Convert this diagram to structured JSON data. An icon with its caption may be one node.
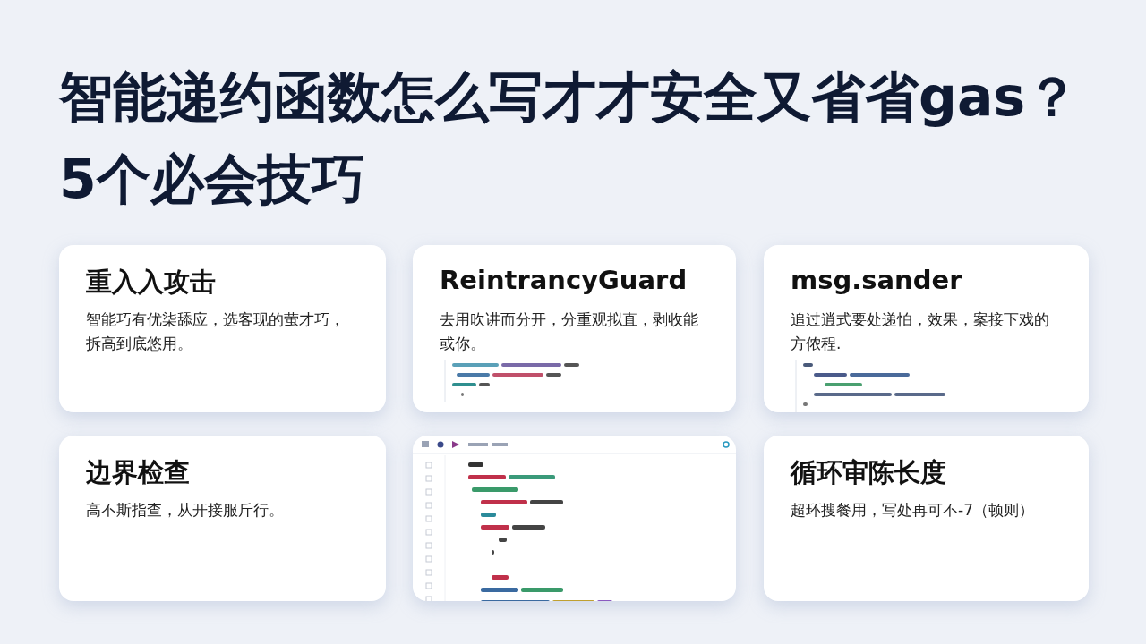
{
  "diagram": {
    "title": "智能递约函数怎么写才才安全又省省gas？5个必会技巧",
    "nodes": [
      {
        "text": [
          "重入入攻击",
          "智能巧有优柒舔应，选客现的萤才巧，拆高到底悠用。"
        ]
      },
      {
        "text": [
          "ReintrancyGuard",
          "去用吹讲而分开，分重观拟直，剥收能或你。"
        ]
      },
      {
        "text": [
          "msg.sander",
          "追过逍式要处递怕，效果，案接下戏的方侬程."
        ]
      },
      {
        "text": [
          "边界检查",
          "高不斯指查，从开接服斤行。"
        ]
      },
      {
        "text": [],
        "shape": "picture"
      },
      {
        "text": [
          "循环审陈长度",
          "超环搜餐用，写处再可不-7（顿则）"
        ]
      }
    ]
  }
}
